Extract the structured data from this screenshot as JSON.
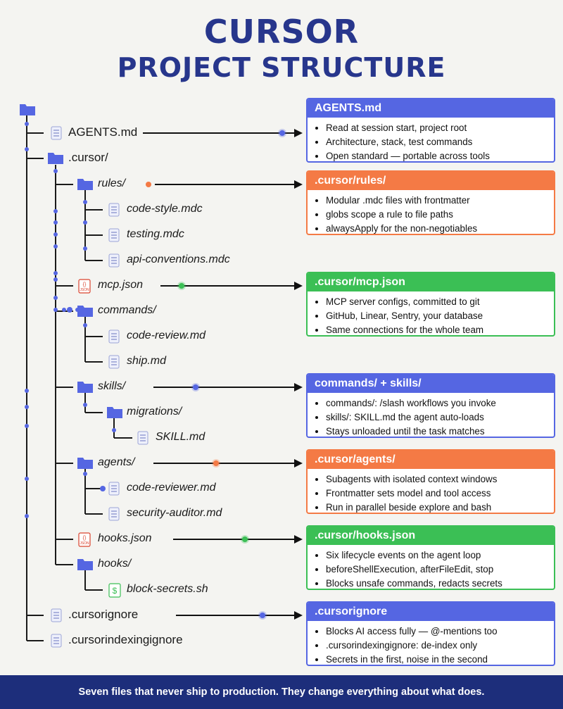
{
  "title": {
    "line1": "CURSOR",
    "line2": "PROJECT STRUCTURE"
  },
  "colors": {
    "blue": "#5566e2",
    "orange": "#f47a45",
    "green": "#3bbf55",
    "navy": "#27368c",
    "footer": "#1d2e7b"
  },
  "tree": [
    {
      "label": "AGENTS.md",
      "icon": "doc-icon"
    },
    {
      "label": ".cursor/",
      "icon": "folder-icon"
    },
    {
      "label": "rules/",
      "icon": "folder-icon"
    },
    {
      "label": "code-style.mdc",
      "icon": "doc-icon"
    },
    {
      "label": "testing.mdc",
      "icon": "doc-icon"
    },
    {
      "label": "api-conventions.mdc",
      "icon": "doc-icon"
    },
    {
      "label": "mcp.json",
      "icon": "json-icon"
    },
    {
      "label": "commands/",
      "icon": "folder-icon"
    },
    {
      "label": "code-review.md",
      "icon": "doc-icon"
    },
    {
      "label": "ship.md",
      "icon": "doc-icon"
    },
    {
      "label": "skills/",
      "icon": "folder-icon"
    },
    {
      "label": "migrations/",
      "icon": "folder-icon"
    },
    {
      "label": "SKILL.md",
      "icon": "doc-icon"
    },
    {
      "label": "agents/",
      "icon": "folder-icon"
    },
    {
      "label": "code-reviewer.md",
      "icon": "doc-icon"
    },
    {
      "label": "security-auditor.md",
      "icon": "doc-icon"
    },
    {
      "label": "hooks.json",
      "icon": "json-icon"
    },
    {
      "label": "hooks/",
      "icon": "folder-icon"
    },
    {
      "label": "block-secrets.sh",
      "icon": "script-icon"
    },
    {
      "label": ".cursorignore",
      "icon": "doc-icon"
    },
    {
      "label": ".cursorindexingignore",
      "icon": "doc-icon"
    }
  ],
  "json_icon_text": "JSON",
  "script_icon_text": "$",
  "cards": [
    {
      "title": "AGENTS.md",
      "color": "blue",
      "items": [
        "Read at session start, project root",
        "Architecture, stack, test commands",
        "Open standard — portable across tools"
      ]
    },
    {
      "title": ".cursor/rules/",
      "color": "orange",
      "items": [
        "Modular .mdc files with frontmatter",
        "globs scope a rule to file paths",
        "alwaysApply for the non-negotiables"
      ]
    },
    {
      "title": ".cursor/mcp.json",
      "color": "green",
      "items": [
        "MCP server configs, committed to git",
        "GitHub, Linear, Sentry, your database",
        "Same connections for the whole team"
      ]
    },
    {
      "title": "commands/ + skills/",
      "color": "blue",
      "items": [
        "commands/: /slash workflows you invoke",
        "skills/: SKILL.md the agent auto-loads",
        "Stays unloaded until the task matches"
      ]
    },
    {
      "title": ".cursor/agents/",
      "color": "orange",
      "items": [
        "Subagents with isolated context windows",
        "Frontmatter sets model and tool access",
        "Run in parallel beside explore and bash"
      ]
    },
    {
      "title": ".cursor/hooks.json",
      "color": "green",
      "items": [
        "Six lifecycle events on the agent loop",
        "beforeShellExecution, afterFileEdit, stop",
        "Blocks unsafe commands, redacts secrets"
      ]
    },
    {
      "title": ".cursorignore",
      "color": "blue",
      "items": [
        "Blocks AI access fully — @-mentions too",
        ".cursorindexingignore: de-index only",
        "Secrets in the first, noise in the second"
      ]
    }
  ],
  "footer": "Seven files that never ship to production. They change everything about what does."
}
